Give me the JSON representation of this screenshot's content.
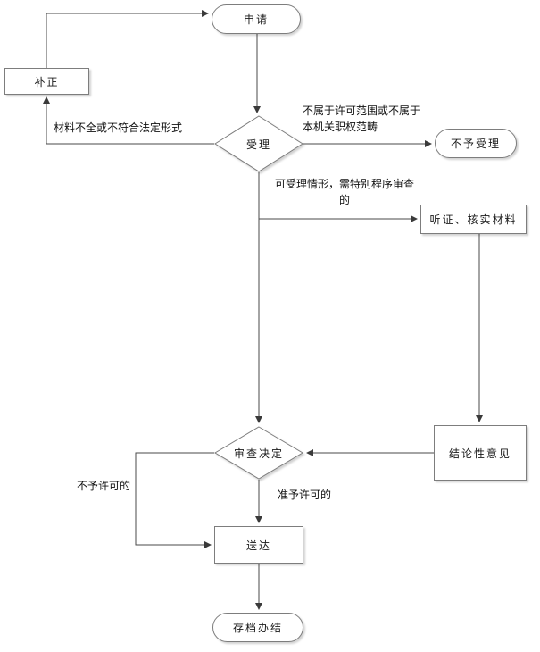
{
  "diagram": {
    "nodes": {
      "apply": {
        "label": "申请"
      },
      "correction": {
        "label": "补正"
      },
      "accept": {
        "label": "受理"
      },
      "reject": {
        "label": "不予受理"
      },
      "hearing": {
        "label": "听证、核实材料"
      },
      "conclusion": {
        "label": "结论性意见"
      },
      "decision": {
        "label": "审查决定"
      },
      "deliver": {
        "label": "送达"
      },
      "archive": {
        "label": "存档办结"
      }
    },
    "edge_labels": {
      "incomplete": "材料不全或不符合法定形式",
      "out_of_scope": "不属于许可范围或不属于本机关职权范畴",
      "special_procedure": "可受理情形，需特别程序审查的",
      "not_permitted": "不予许可的",
      "permitted": "准予许可的"
    },
    "colors": {
      "background": "#ffffff",
      "shape_fill": "#ffffff",
      "shape_border": "#7d7d7d",
      "line": "#4a4a4a",
      "text": "#1a1a1a"
    }
  }
}
